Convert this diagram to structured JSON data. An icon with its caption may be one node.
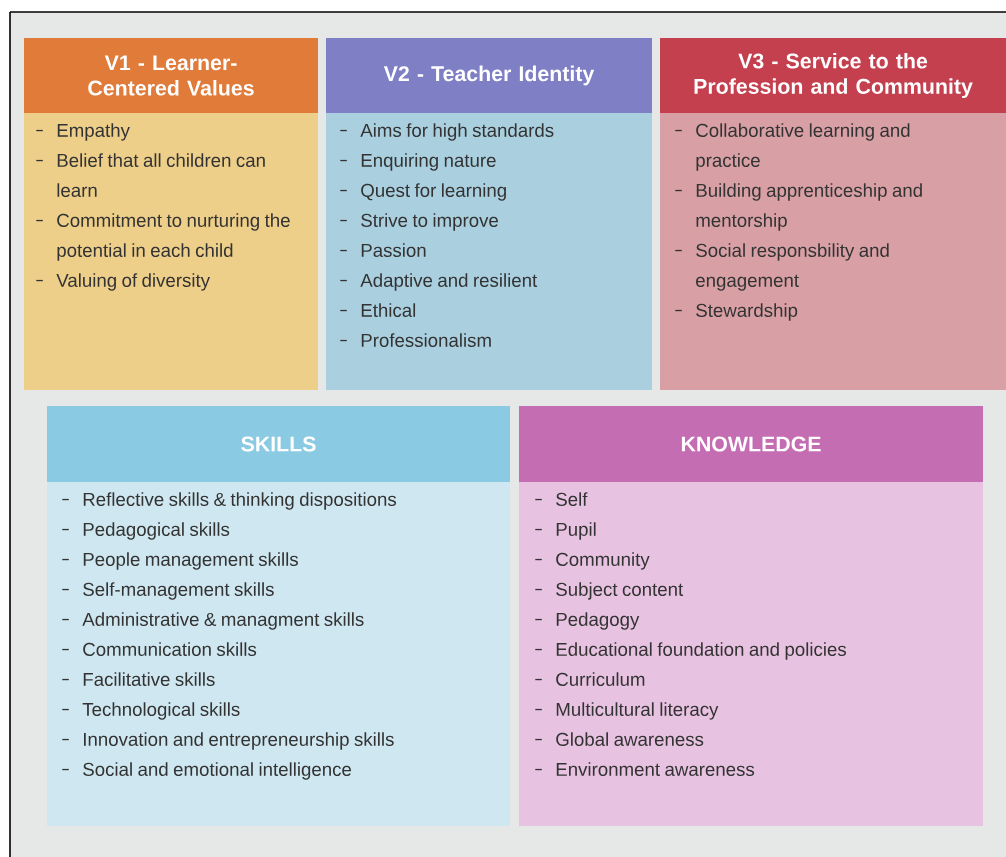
{
  "diagram": {
    "nodes": [
      {
        "text": [
          "V1 - Learner-Centered Values",
          "Empathy",
          "Belief that all children can learn",
          "Commitment to nurturing the potential in each child",
          "Valuing of diversity"
        ]
      },
      {
        "text": [
          "V2 - Teacher Identity",
          "Aims for high standards",
          "Enquiring nature",
          "Quest for learning",
          "Strive to improve",
          "Passion",
          "Adaptive and resilient",
          "Ethical",
          "Professionalism"
        ]
      },
      {
        "text": [
          "V3 - Service to the Profession and Community",
          "Collaborative learning and practice",
          "Building apprenticeship and mentorship",
          "Social responsbility and engagement",
          "Stewardship"
        ]
      },
      {
        "text": [
          "SKILLS",
          "Reflective skills & thinking dispositions",
          "Pedagogical skills",
          "People management skills",
          "Self-management skills",
          "Administrative & managment skills",
          "Communication skills",
          "Facilitative skills",
          "Technological skills",
          "Innovation and entrepreneurship skills",
          "Social and emotional intelligence"
        ]
      },
      {
        "text": [
          "KNOWLEDGE",
          "Self",
          "Pupil",
          "Community",
          "Subject content",
          "Pedagogy",
          "Educational foundation and policies",
          "Curriculum",
          "Multicultural literacy",
          "Global awareness",
          "Environment awareness"
        ]
      }
    ],
    "edges": []
  }
}
